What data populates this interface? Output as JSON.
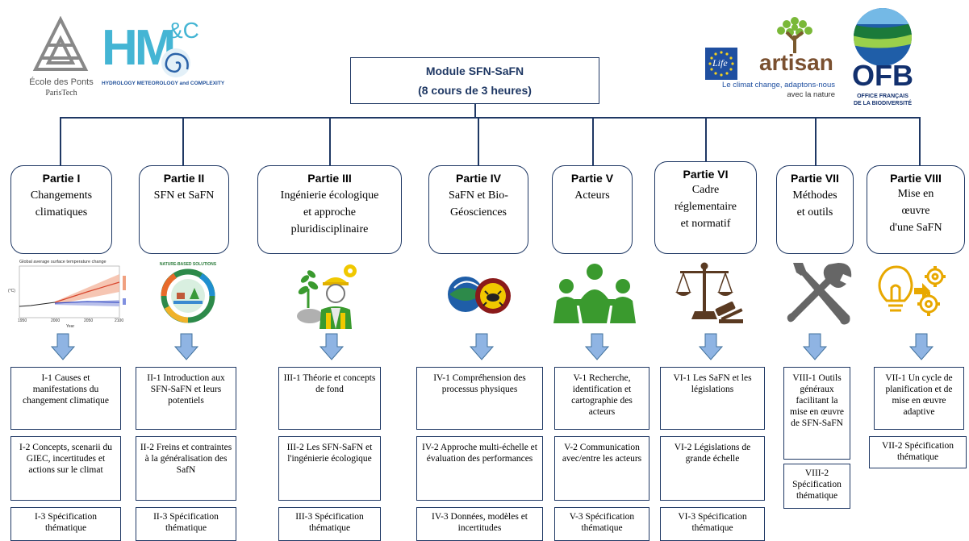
{
  "header": {
    "line1": "Module SFN-SaFN",
    "line2": "(8 cours de 3 heures)"
  },
  "logos": {
    "enpc_name": "École des Ponts",
    "enpc_sub": "ParisTech",
    "hmco_letters": "HM",
    "hmco_amp": "&C",
    "hmco_tagline": "HYDROLOGY METEOROLOGY and COMPLEXITY",
    "artisan_name": "artisan",
    "artisan_tagline1": "Le climat change, adaptons-nous",
    "artisan_tagline2": "avec la nature",
    "life_label": "Life",
    "ofb_name": "OFB",
    "ofb_line1": "OFFICE FRANÇAIS",
    "ofb_line2": "DE LA BIODIVERSITÉ"
  },
  "parts": [
    {
      "title": "Partie I",
      "subtitle": [
        "Changements",
        "climatiques"
      ]
    },
    {
      "title": "Partie II",
      "subtitle": [
        "SFN et SaFN"
      ]
    },
    {
      "title": "Partie III",
      "subtitle": [
        "Ingénierie écologique",
        "et approche",
        "pluridisciplinaire"
      ]
    },
    {
      "title": "Partie IV",
      "subtitle": [
        "SaFN et Bio-",
        "Géosciences"
      ]
    },
    {
      "title": "Partie V",
      "subtitle": [
        "Acteurs"
      ]
    },
    {
      "title": "Partie VI",
      "subtitle": [
        "Cadre",
        "réglementaire",
        "et normatif"
      ]
    },
    {
      "title": "Partie VII",
      "subtitle": [
        "Méthodes",
        "et outils"
      ]
    },
    {
      "title": "Partie VIII",
      "subtitle": [
        "Mise en",
        "œuvre",
        "d'une SaFN"
      ]
    }
  ],
  "icons": {
    "chart_title": "Global average surface temperature change",
    "chart_ylabel": "(°C)",
    "chart_xlabel": "Year",
    "chart_ticks_x": [
      "1950",
      "2000",
      "2050",
      "2100"
    ],
    "nbs_label": "NATURE-BASED SOLUTIONS"
  },
  "courses": [
    [
      "I-1 Causes et manifestations du changement climatique",
      "I-2 Concepts, scenarii du GIEC, incertitudes et actions sur le climat",
      "I-3 Spécification thématique"
    ],
    [
      "II-1 Introduction aux SFN-SaFN et leurs potentiels",
      "II-2 Freins et contraintes à la généralisation des SafN",
      "II-3 Spécification thématique"
    ],
    [
      "III-1 Théorie et concepts de fond",
      "III-2 Les SFN-SaFN et l'ingénierie écologique",
      "III-3 Spécification thématique"
    ],
    [
      "IV-1 Compréhension des processus physiques",
      "IV-2 Approche multi-échelle et évaluation des performances",
      "IV-3 Données, modèles et incertitudes"
    ],
    [
      "V-1 Recherche, identification et cartographie des acteurs",
      "V-2 Communication avec/entre les acteurs",
      "V-3 Spécification thématique"
    ],
    [
      "VI-1 Les SaFN et les législations",
      "VI-2 Législations de grande échelle",
      "VI-3 Spécification thématique"
    ],
    [
      "VIII-1 Outils généraux facilitant la mise en œuvre de SFN-SaFN",
      "VIII-2 Spécification thématique"
    ],
    [
      "VII-1 Un cycle de planification et de mise en œuvre adaptive",
      "VII-2 Spécification thématique"
    ]
  ],
  "colors": {
    "border": "#1f3864",
    "arrow": "#8fb4e3",
    "arrow_stroke": "#41719c",
    "green_icon": "#3a9a2e",
    "gold_icon": "#e8a800",
    "tool_gray": "#666666",
    "scale_brown": "#5a3a22"
  }
}
